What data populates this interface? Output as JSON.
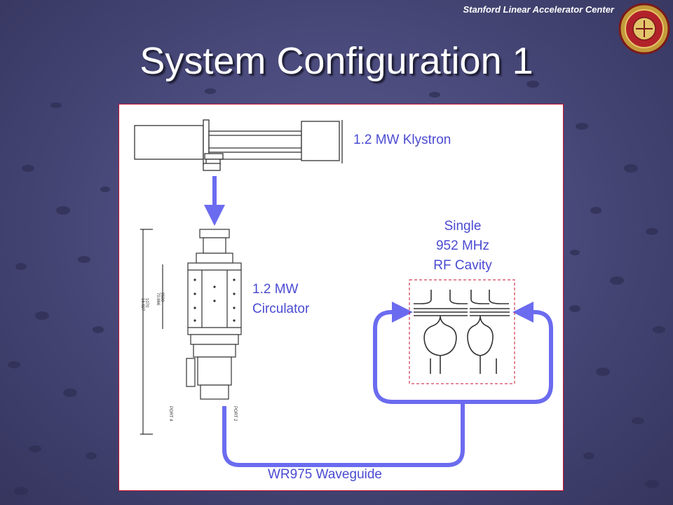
{
  "header": {
    "organization": "Stanford Linear Accelerator Center",
    "title": "System Configuration 1"
  },
  "diagram": {
    "klystron_label": "1.2 MW Klystron",
    "circulator_label_line1": "1.2 MW",
    "circulator_label_line2": "Circulator",
    "cavity_label_line1": "Single",
    "cavity_label_line2": "952 MHz",
    "cavity_label_line3": "RF Cavity",
    "waveguide_label": "WR975 Waveguide",
    "port_labels": [
      "PORT 4",
      "PORT 2"
    ],
    "dimension_labels": [
      "9500",
      "70.666",
      "1070",
      "16.827"
    ]
  },
  "colors": {
    "accent": "#6b6bf0",
    "label_text": "#4b4bd2",
    "panel_border": "#c8102e",
    "background": "#4a4a7c"
  }
}
